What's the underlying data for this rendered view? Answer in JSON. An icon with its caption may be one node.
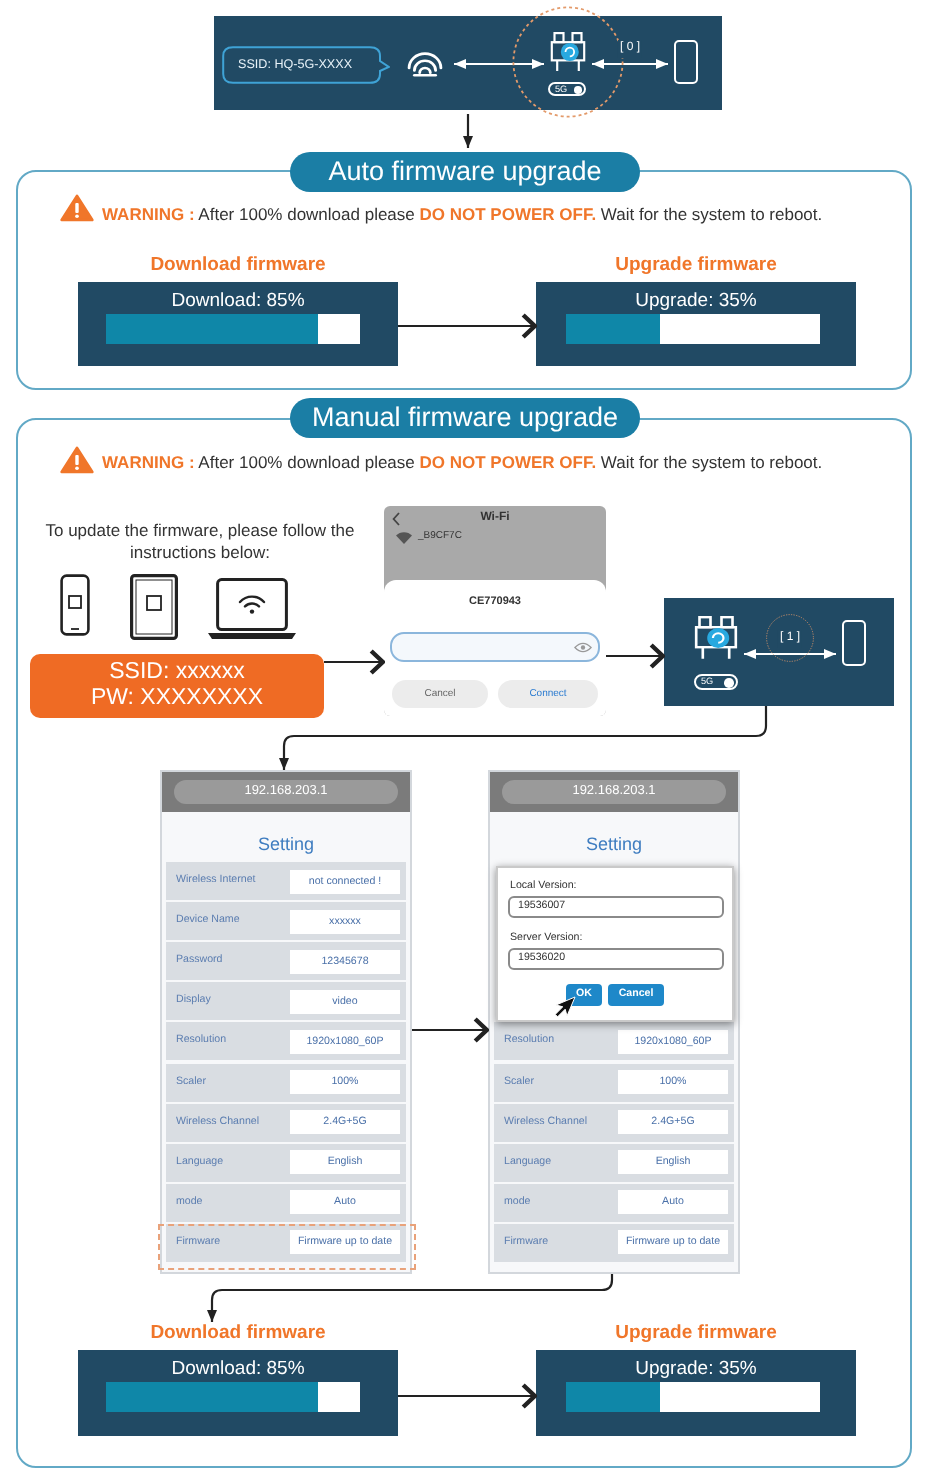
{
  "diagram": {
    "nodes": [
      {
        "text": [],
        "shape": "box"
      },
      {
        "text": [
          "SSID: HQ-5G-XXXX"
        ],
        "in": 0
      },
      {
        "text": [],
        "shape": "picture",
        "in": 0
      },
      {
        "text": [],
        "shape": "picture",
        "in": 0
      },
      {
        "text": [],
        "shape": "box",
        "in": 0
      },
      {
        "text": [
          "Auto firmware upgrade"
        ]
      },
      {
        "text": [
          "Download firmware",
          "Download: 85%"
        ],
        "in": 5
      },
      {
        "text": [
          "Upgrade firmware",
          "Upgrade: 35%"
        ],
        "in": 5
      },
      {
        "text": [
          "Manual firmware upgrade"
        ]
      },
      {
        "text": [
          "SSID: xxxxxx",
          "PW: XXXXXXXX"
        ],
        "in": 8
      },
      {
        "text": [
          "Wi-Fi",
          "_B9CF7C",
          "CE770943",
          "Cancel",
          "Connect"
        ],
        "in": 8
      },
      {
        "text": [],
        "shape": "box",
        "in": 8
      },
      {
        "text": [],
        "shape": "picture",
        "in": 11
      },
      {
        "text": [],
        "shape": "box",
        "in": 11
      },
      {
        "text": [
          "192.168.203.1",
          "Setting",
          "Wireless Internet",
          "not connected !",
          "Device Name",
          "xxxxxx",
          "Password",
          "12345678",
          "Display",
          "video",
          "Resolution",
          "1920x1080_60P",
          "Scaler",
          "100%",
          "Wireless Channel",
          "2.4G+5G",
          "Language",
          "English",
          "mode",
          "Auto",
          "Firmware",
          "Firmware up to date"
        ],
        "in": 8
      },
      {
        "text": [
          "192.168.203.1",
          "Setting",
          "Resolution",
          "1920x1080_60P",
          "Scaler",
          "100%",
          "Wireless Channel",
          "2.4G+5G",
          "Language",
          "English",
          "mode",
          "Auto",
          "Firmware",
          "Firmware up to date"
        ],
        "in": 8
      },
      {
        "text": [
          "Local Version:",
          "19536007",
          "Server Version:",
          "19536020",
          "OK",
          "Cancel"
        ],
        "in": 15
      },
      {
        "text": [
          "Download firmware",
          "Download: 85%"
        ],
        "in": 8
      },
      {
        "text": [
          "Upgrade firmware",
          "Upgrade: 35%"
        ],
        "in": 8
      }
    ],
    "edges": [
      {
        "from": 2,
        "to": 3,
        "arrow": "both",
        "color": "#ffffff"
      },
      {
        "from": 3,
        "to": 4,
        "arrow": "both",
        "label": "[ 0 ]",
        "color": "#ffffff"
      },
      {
        "from": 0,
        "to": 5,
        "arrow": "to"
      },
      {
        "from": 6,
        "to": 7,
        "arrow": "to"
      },
      {
        "from": 9,
        "to": 10,
        "arrow": "to"
      },
      {
        "from": 10,
        "to": 11,
        "arrow": "to"
      },
      {
        "from": 12,
        "to": 13,
        "arrow": "both",
        "label": "[ 1 ]",
        "color": "#ffffff"
      },
      {
        "from": 11,
        "to": 14,
        "arrow": "to"
      },
      {
        "from": 14,
        "to": 15,
        "arrow": "to"
      },
      {
        "from": 15,
        "to": 17,
        "arrow": "to"
      },
      {
        "from": 17,
        "to": 18,
        "arrow": "to"
      }
    ],
    "labels": [
      "5G",
      "**WARNING :** After 100% download please **DO NOT POWER OFF.** Wait for the system to reboot.",
      "**WARNING :** After 100% download please **DO NOT POWER OFF.** Wait for the system to reboot.",
      "To update the firmware, please follow the instructions below:",
      "5G"
    ]
  }
}
